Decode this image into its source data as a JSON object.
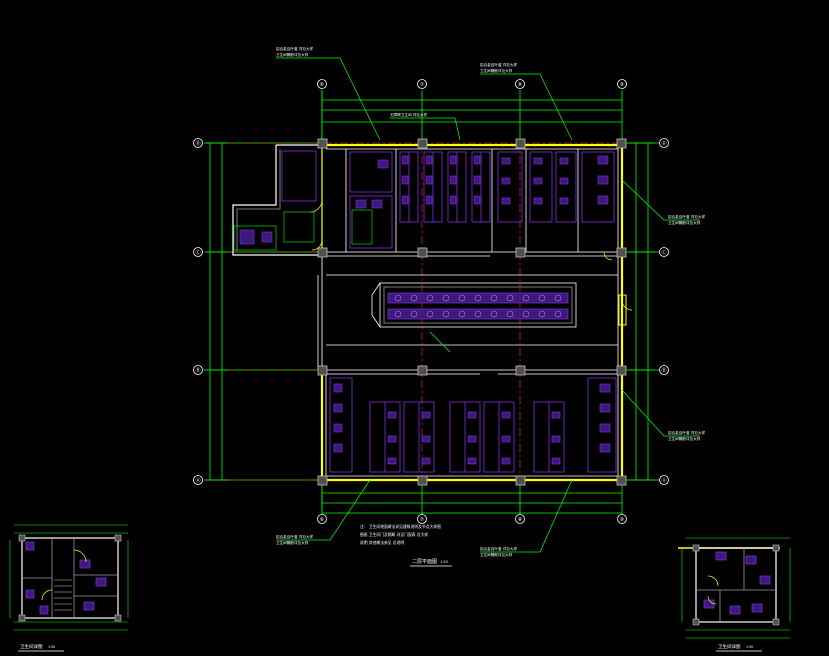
{
  "viewer": {
    "title": "",
    "background_color": "#000000"
  },
  "colors": {
    "wall": "#ffffff",
    "wall_gray": "#9a9a9a",
    "dim": "#00ff00",
    "leader": "#00ff00",
    "axis_line": "#ff3030",
    "fixture": "#8a2be2",
    "fixture_fill": "#3a1a7a",
    "yellow": "#ffff00",
    "label": "#ffffff",
    "column": "#c0c0c0",
    "cyan": "#00ffff"
  },
  "plan": {
    "title": "二层平面图",
    "scale": "1:50",
    "grid_top": [
      "⑥",
      "⑦",
      "⑧",
      "⑨"
    ],
    "grid_bottom": [
      "⑥",
      "⑦",
      "⑧",
      "⑨"
    ],
    "grid_left": [
      "Ⓓ",
      "Ⓒ",
      "Ⓑ",
      "Ⓐ"
    ],
    "grid_right": [
      "Ⓓ",
      "Ⓒ",
      "Ⓑ",
      "Ⓐ"
    ],
    "notes": [
      "注：  卫生间地面做法详见建筑说明及节点大样图",
      "图纸  卫生间门及隔断  详见门窗表  及大样",
      "说明  其他做法参见  总说明"
    ],
    "callouts": {
      "top_left": [
        "铝合金百叶窗 详见大样",
        "卫生间隔断详见大样"
      ],
      "top_right": [
        "铝合金百叶窗 详见大样",
        "卫生间隔断详见大样"
      ],
      "right_upper": [
        "铝合金百叶窗 详见大样",
        "卫生间隔断详见大样"
      ],
      "right_lower": [
        "铝合金百叶窗 详见大样",
        "卫生间隔断详见大样"
      ],
      "bottom_left": [
        "铝合金百叶窗 详见大样",
        "卫生间隔断详见大样"
      ],
      "bottom_right": [
        "铝合金百叶窗 详见大样",
        "卫生间隔断详见大样"
      ],
      "top_center": "无障碍卫生间 详见大样"
    }
  },
  "detail_left": {
    "title": "卫生间详图",
    "scale": "1:50"
  },
  "detail_right": {
    "title": "卫生间详图",
    "scale": "1:50"
  }
}
